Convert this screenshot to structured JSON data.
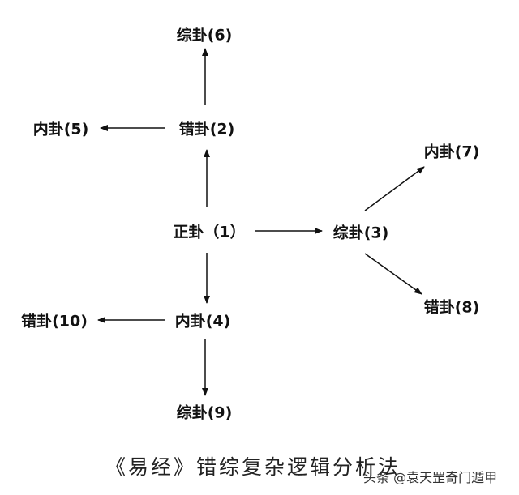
{
  "nodes": {
    "n1": "正卦（1）",
    "n2": "错卦(2)",
    "n3": "综卦(3)",
    "n4": "内卦(4)",
    "n5": "内卦(5)",
    "n6": "综卦(6)",
    "n7": "内卦(7)",
    "n8": "错卦(8)",
    "n9": "综卦(9)",
    "n10": "错卦(10)"
  },
  "caption": "《易经》错综复杂逻辑分析法",
  "watermark": "头条 @袁天罡奇门遁甲"
}
